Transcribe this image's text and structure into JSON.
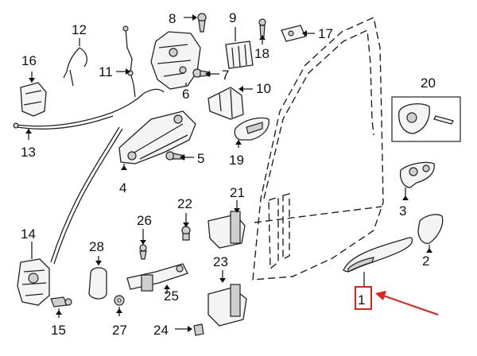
{
  "labels": {
    "p1": "1",
    "p2": "2",
    "p3": "3",
    "p4": "4",
    "p5": "5",
    "p6": "6",
    "p7": "7",
    "p8": "8",
    "p9": "9",
    "p10": "10",
    "p11": "11",
    "p12": "12",
    "p13": "13",
    "p14": "14",
    "p15": "15",
    "p16": "16",
    "p17": "17",
    "p18": "18",
    "p19": "19",
    "p20": "20",
    "p21": "21",
    "p22": "22",
    "p23": "23",
    "p24": "24",
    "p25": "25",
    "p26": "26",
    "p27": "27",
    "p28": "28"
  },
  "highlight": {
    "part": "1",
    "box_color": "#e32119",
    "arrow_color": "#e32119"
  }
}
